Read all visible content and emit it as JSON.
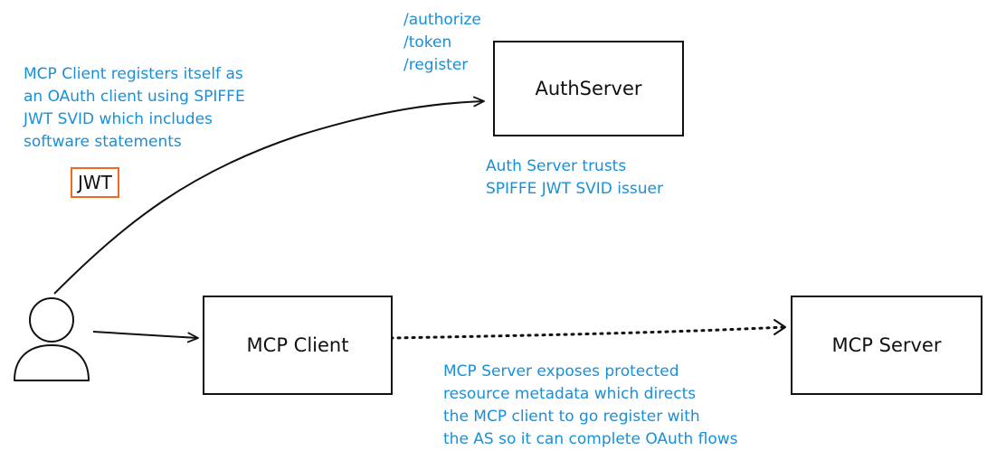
{
  "endpoints": {
    "lines": [
      "/authorize",
      "/token",
      "/register"
    ]
  },
  "notes": {
    "client_registration": [
      "MCP Client registers itself as",
      "an OAuth client using SPIFFE",
      "JWT SVID which includes",
      "software statements"
    ],
    "auth_trust": [
      "Auth Server trusts",
      "SPIFFE JWT SVID issuer"
    ],
    "server_metadata": [
      "MCP Server exposes protected",
      "resource metadata which directs",
      "the MCP client to go register with",
      "the AS so it can complete OAuth flows"
    ]
  },
  "nodes": {
    "auth_server": "AuthServer",
    "mcp_client": "MCP Client",
    "mcp_server": "MCP Server"
  },
  "badge": {
    "jwt": "JWT"
  },
  "colors": {
    "annotation_text": "#1a8fd6",
    "jwt_border": "#ef6a1a",
    "stroke": "#111111"
  },
  "icons": {
    "user": "user-icon"
  }
}
